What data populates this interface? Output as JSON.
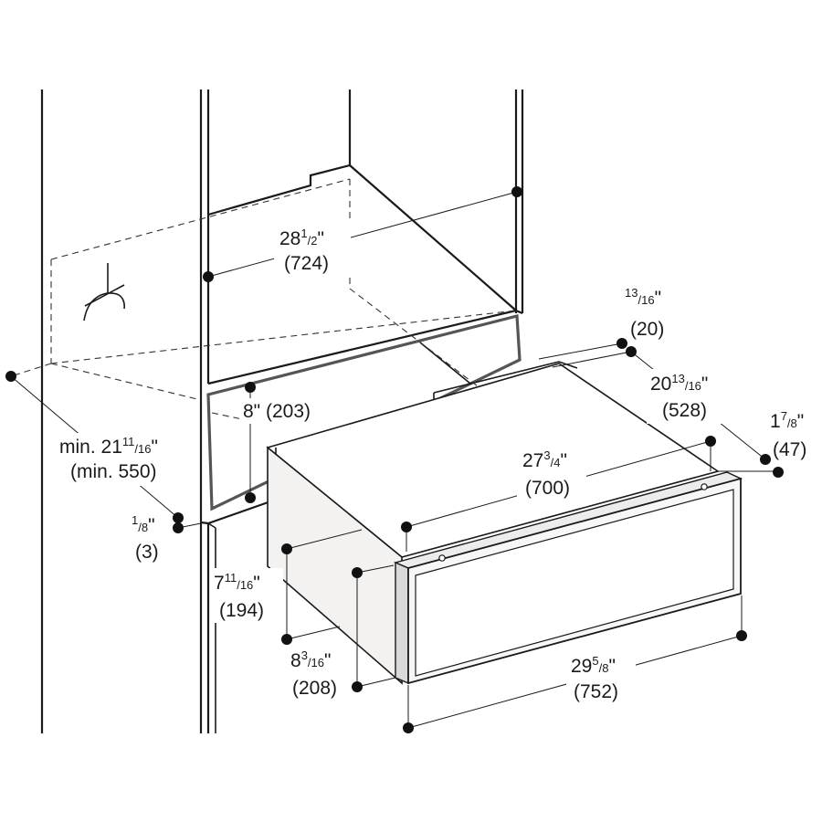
{
  "dimensions": {
    "cabinet_depth": {
      "whole": "28",
      "num": "1",
      "den": "2",
      "inch": "\"",
      "metric": "(724)"
    },
    "niche_height": {
      "text": "8\" (203)"
    },
    "min_depth": {
      "prefix": "min. ",
      "whole": "21",
      "num": "11",
      "den": "16",
      "inch": "\"",
      "metric": "(min. 550)"
    },
    "gap": {
      "whole": "",
      "num": "1",
      "den": "8",
      "inch": "\"",
      "metric": "(3)"
    },
    "front_offset": {
      "whole": "",
      "num": "13",
      "den": "16",
      "inch": "\"",
      "metric": "(20)"
    },
    "drawer_depth": {
      "whole": "20",
      "num": "13",
      "den": "16",
      "inch": "\"",
      "metric": "(528)"
    },
    "panel_thickness": {
      "whole": "1",
      "num": "7",
      "den": "8",
      "inch": "\"",
      "metric": "(47)"
    },
    "body_width": {
      "whole": "27",
      "num": "3",
      "den": "4",
      "inch": "\"",
      "metric": "(700)"
    },
    "body_height": {
      "whole": "7",
      "num": "11",
      "den": "16",
      "inch": "\"",
      "metric": "(194)"
    },
    "front_height": {
      "whole": "8",
      "num": "3",
      "den": "16",
      "inch": "\"",
      "metric": "(208)"
    },
    "front_width": {
      "whole": "29",
      "num": "5",
      "den": "8",
      "inch": "\"",
      "metric": "(752)"
    }
  }
}
